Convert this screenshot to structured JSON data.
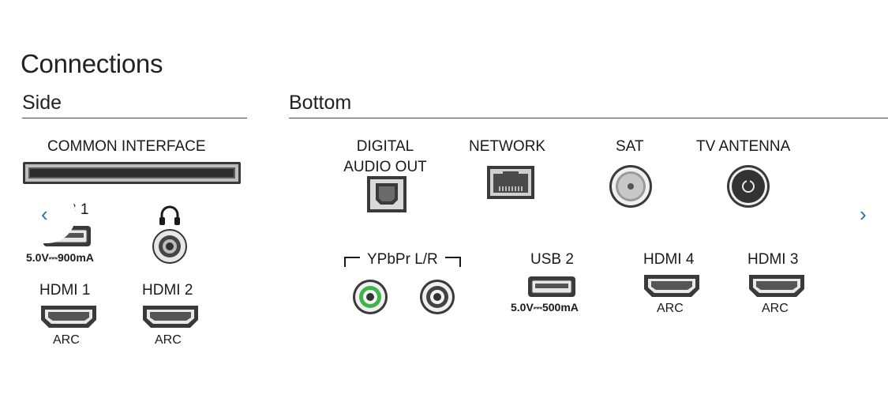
{
  "title": "Connections",
  "side": {
    "heading": "Side",
    "common_interface": "COMMON INTERFACE",
    "usb1_partial": "3 1",
    "usb1_spec": "5.0V⎓900mA",
    "hdmi1": "HDMI 1",
    "hdmi1_arc": "ARC",
    "hdmi2": "HDMI 2",
    "hdmi2_arc": "ARC"
  },
  "bottom": {
    "heading": "Bottom",
    "digital_audio_line1": "DIGITAL",
    "digital_audio_line2": "AUDIO OUT",
    "network": "NETWORK",
    "sat": "SAT",
    "tv_antenna": "TV ANTENNA",
    "ypbpr": "YPbPr L/R",
    "usb2": "USB 2",
    "usb2_spec": "5.0V⎓500mA",
    "hdmi4": "HDMI 4",
    "hdmi4_arc": "ARC",
    "hdmi3": "HDMI 3",
    "hdmi3_arc": "ARC"
  },
  "nav": {
    "prev": "‹",
    "next": "›"
  },
  "icons": [
    "chevron-left-icon",
    "chevron-right-icon",
    "headphone-icon",
    "optical-port-icon",
    "ethernet-port-icon",
    "coax-port-icon",
    "antenna-port-icon",
    "hdmi-port-icon",
    "usb-port-icon",
    "rca-jack-icon",
    "ci-slot-icon"
  ],
  "colors": {
    "accent": "#2a6fb5",
    "component_green": "#3cb54a"
  }
}
